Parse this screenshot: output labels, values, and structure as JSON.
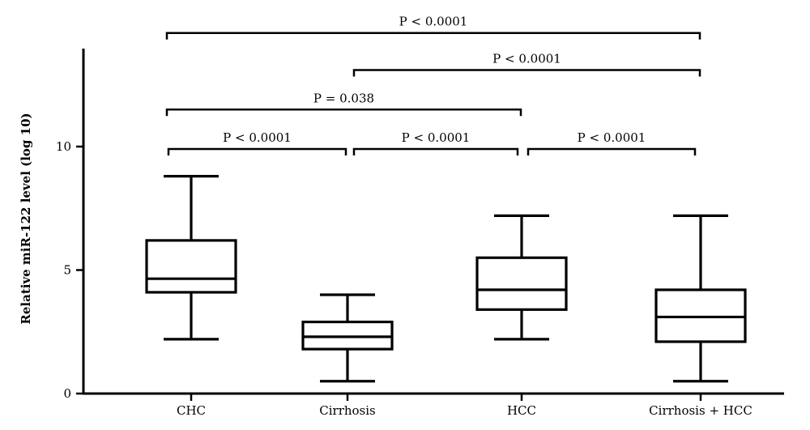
{
  "chart_data": {
    "type": "box",
    "title": "",
    "xlabel": "",
    "ylabel": "Relative miR-122 level (log 10)",
    "ylim": [
      0,
      14
    ],
    "yticks": [
      0,
      5,
      10
    ],
    "grid": false,
    "categories": [
      "CHC",
      "Cirrhosis",
      "HCC",
      "Cirrhosis + HCC"
    ],
    "boxes": [
      {
        "min": 2.2,
        "q1": 4.1,
        "median": 4.65,
        "q3": 6.2,
        "max": 8.8
      },
      {
        "min": 0.5,
        "q1": 1.8,
        "median": 2.3,
        "q3": 2.9,
        "max": 4.0
      },
      {
        "min": 2.2,
        "q1": 3.4,
        "median": 4.2,
        "q3": 5.5,
        "max": 7.2
      },
      {
        "min": 0.5,
        "q1": 2.1,
        "median": 3.1,
        "q3": 4.2,
        "max": 7.2
      }
    ],
    "comparisons": [
      {
        "from": 0,
        "to": 3,
        "level": 14.6,
        "label": "P < 0.0001"
      },
      {
        "from": 1,
        "to": 3,
        "level": 13.1,
        "label": "P < 0.0001"
      },
      {
        "from": 0,
        "to": 2,
        "level": 11.5,
        "label": "P = 0.038"
      },
      {
        "from": 0,
        "to": 1,
        "level": 9.9,
        "label": "P < 0.0001"
      },
      {
        "from": 1,
        "to": 2,
        "level": 9.9,
        "label": "P < 0.0001"
      },
      {
        "from": 2,
        "to": 3,
        "level": 9.9,
        "label": "P < 0.0001"
      }
    ]
  }
}
